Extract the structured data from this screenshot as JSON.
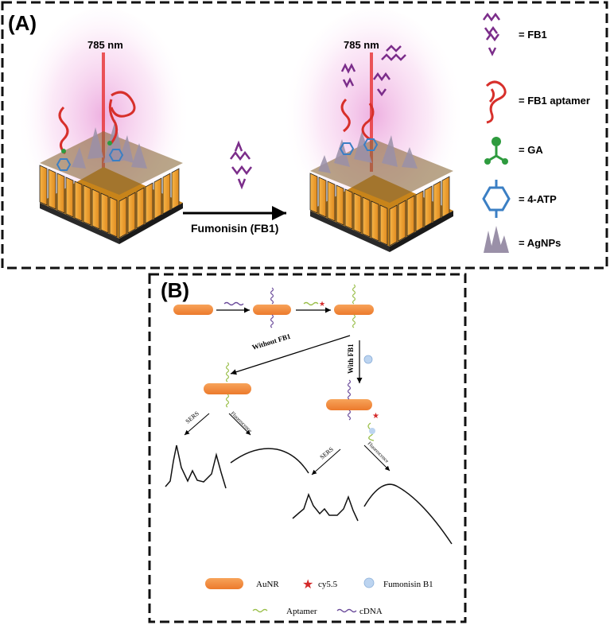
{
  "panel_a": {
    "label": "(A)",
    "laser_left": "785 nm",
    "laser_right": "785 nm",
    "arrow_label": "Fumonisin (FB1)",
    "legend": [
      {
        "icon": "fb1-molecule-icon",
        "text": "= FB1"
      },
      {
        "icon": "fb1-aptamer-icon",
        "text": "= FB1 aptamer"
      },
      {
        "icon": "ga-molecule-icon",
        "text": "= GA"
      },
      {
        "icon": "atp-molecule-icon",
        "text": "= 4-ATP"
      },
      {
        "icon": "agnps-icon",
        "text": "= AgNPs"
      }
    ],
    "colors": {
      "aptamer": "#d7302b",
      "fb1": "#7b2d8a",
      "ga": "#2e9b3e",
      "atp": "#3b7fc4",
      "substrate": "#f0a030",
      "laser": "#e8393c"
    }
  },
  "panel_b": {
    "label": "(B)",
    "without_label": "Without FB1",
    "with_label": "With FB1",
    "sers_label_left": "SERS",
    "fluor_label_left": "Fluorescence",
    "sers_label_right": "SERS",
    "fluor_label_right": "Fluorescence",
    "legend": [
      {
        "icon": "aunr-icon",
        "text": "AuNR"
      },
      {
        "icon": "cy55-star-icon",
        "text": "cy5.5"
      },
      {
        "icon": "fumonisin-b1-icon",
        "text": "Fumonisin B1"
      },
      {
        "icon": "aptamer-strand-icon",
        "text": "Aptamer"
      },
      {
        "icon": "cdna-strand-icon",
        "text": "cDNA"
      }
    ],
    "colors": {
      "aunr": "#f08a3c",
      "star": "#d42a2a",
      "fb1": "#bcd4f0",
      "aptamer": "#9abf4a",
      "cdna": "#6a4a9a"
    }
  }
}
